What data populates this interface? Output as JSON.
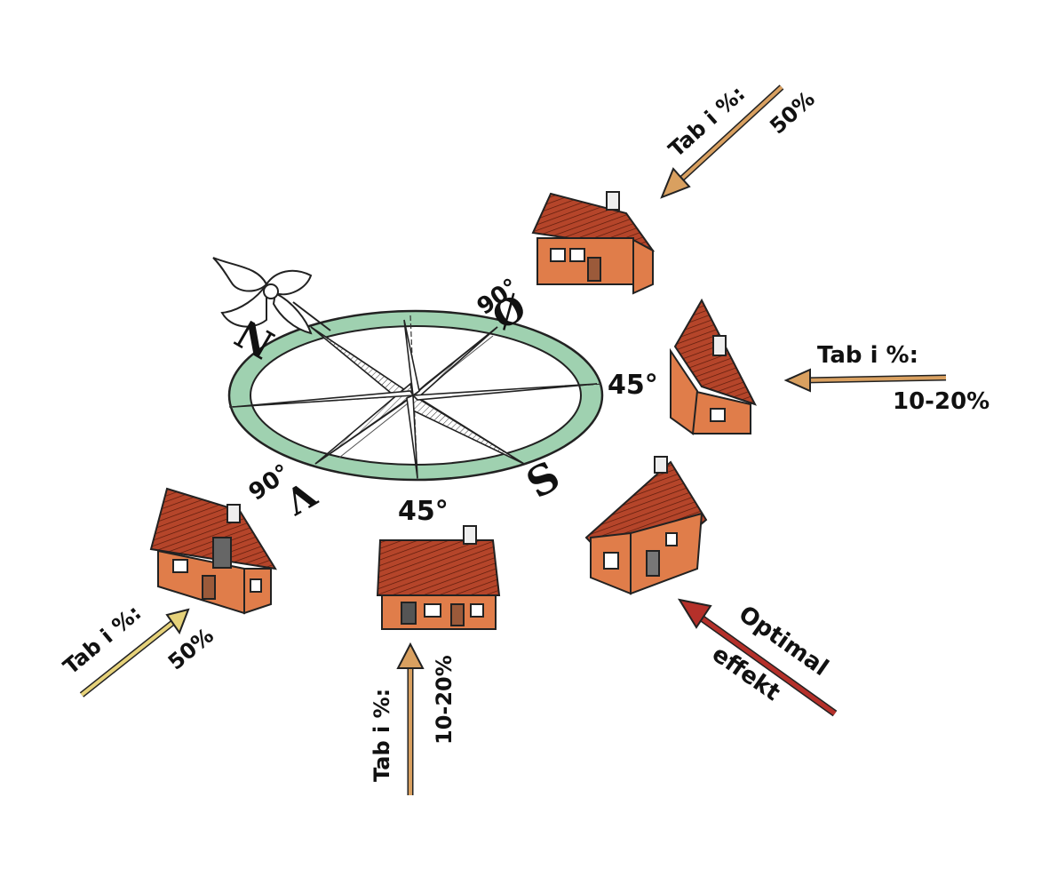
{
  "compass": {
    "north_letter": "N",
    "east_letter": "Ø",
    "south_letter": "S",
    "west_letter": "V",
    "deg_ne": "90°",
    "deg_e": "45°",
    "deg_s": "45°",
    "deg_sw": "90°"
  },
  "annotations": {
    "ne": {
      "line1": "Tab i %:",
      "line2": "50%"
    },
    "e": {
      "line1": "Tab i %:",
      "line2": "10-20%"
    },
    "se": {
      "line1": "Optimal",
      "line2": "effekt"
    },
    "s": {
      "line1": "Tab i %:",
      "line2": "10-20%"
    },
    "sw": {
      "line1": "Tab i %:",
      "line2": "50%"
    }
  },
  "colors": {
    "roof": "#b5452a",
    "wall": "#e07d4a",
    "ring_green": "#9fd1b0",
    "star_blue": "#7aaed4",
    "arrow_tan": "#d9a060",
    "arrow_yellow": "#e6d27a",
    "arrow_red": "#b5302a"
  }
}
